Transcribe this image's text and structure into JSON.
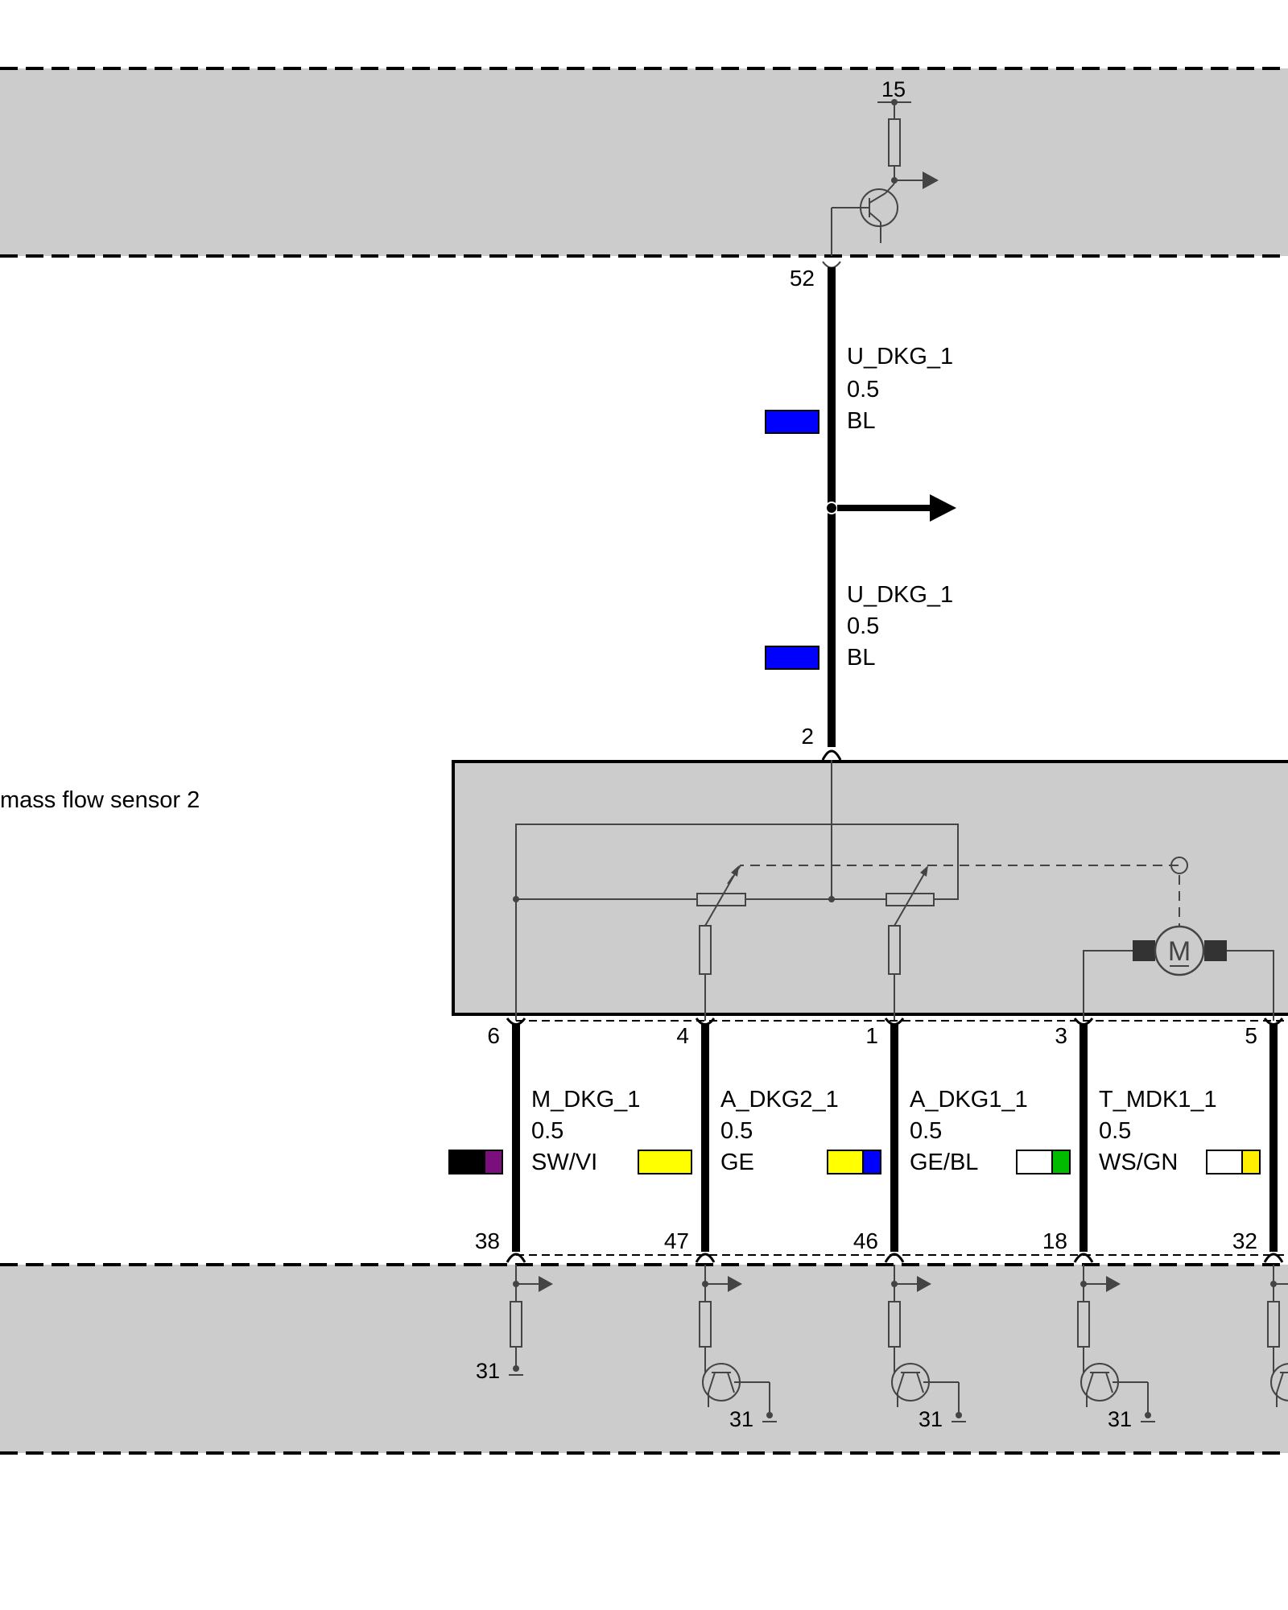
{
  "component": {
    "label": "mass flow sensor 2"
  },
  "upper_wire": {
    "pin_top": "52",
    "pin_bottom": "2",
    "segment1": {
      "name": "U_DKG_1",
      "size": "0.5",
      "color_code": "BL",
      "colors": [
        "#0000ff"
      ]
    },
    "segment2": {
      "name": "U_DKG_1",
      "size": "0.5",
      "color_code": "BL",
      "colors": [
        "#0000ff"
      ]
    }
  },
  "top_supply": {
    "terminal": "15"
  },
  "wires": [
    {
      "pin_top": "6",
      "pin_bottom": "38",
      "name": "M_DKG_1",
      "size": "0.5",
      "color_code": "SW/VI",
      "colors": [
        "#000000",
        "#7b0f7b"
      ],
      "ground": "31"
    },
    {
      "pin_top": "4",
      "pin_bottom": "47",
      "name": "A_DKG2_1",
      "size": "0.5",
      "color_code": "GE",
      "colors": [
        "#ffff00"
      ],
      "ground": "31"
    },
    {
      "pin_top": "1",
      "pin_bottom": "46",
      "name": "A_DKG1_1",
      "size": "0.5",
      "color_code": "GE/BL",
      "colors": [
        "#ffff00",
        "#0000ff"
      ],
      "ground": "31"
    },
    {
      "pin_top": "3",
      "pin_bottom": "18",
      "name": "T_MDK1_1",
      "size": "0.5",
      "color_code": "WS/GN",
      "colors": [
        "#ffffff",
        "#00bb00"
      ],
      "ground": "31"
    },
    {
      "pin_top": "5",
      "pin_bottom": "32",
      "name": "",
      "size": "",
      "color_code": "",
      "colors": [
        "#ffffff",
        "#ffee00"
      ],
      "ground": ""
    }
  ],
  "motor": {
    "symbol": "M"
  },
  "colors": {
    "panel_fill": "#cccccc",
    "line": "#000000",
    "thin_line": "#444444"
  }
}
